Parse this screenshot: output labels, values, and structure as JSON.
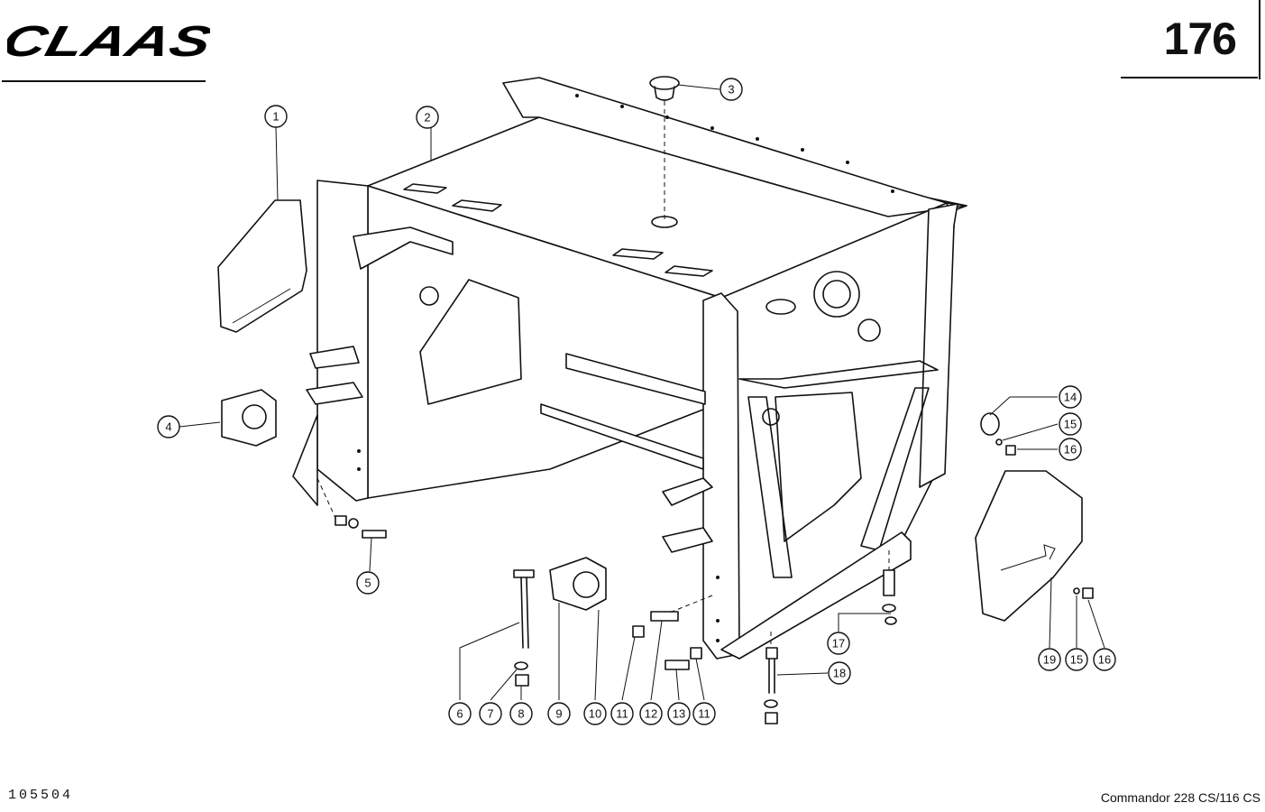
{
  "header": {
    "brand": "CLAAS",
    "page_number": "176"
  },
  "footer": {
    "doc_id": "105504",
    "model": "Commandor 228 CS/116 CS"
  },
  "callouts": [
    "1",
    "2",
    "3",
    "4",
    "5",
    "6",
    "7",
    "8",
    "9",
    "10",
    "11",
    "12",
    "13",
    "11",
    "14",
    "15",
    "16",
    "15",
    "16",
    "17",
    "18",
    "19"
  ]
}
